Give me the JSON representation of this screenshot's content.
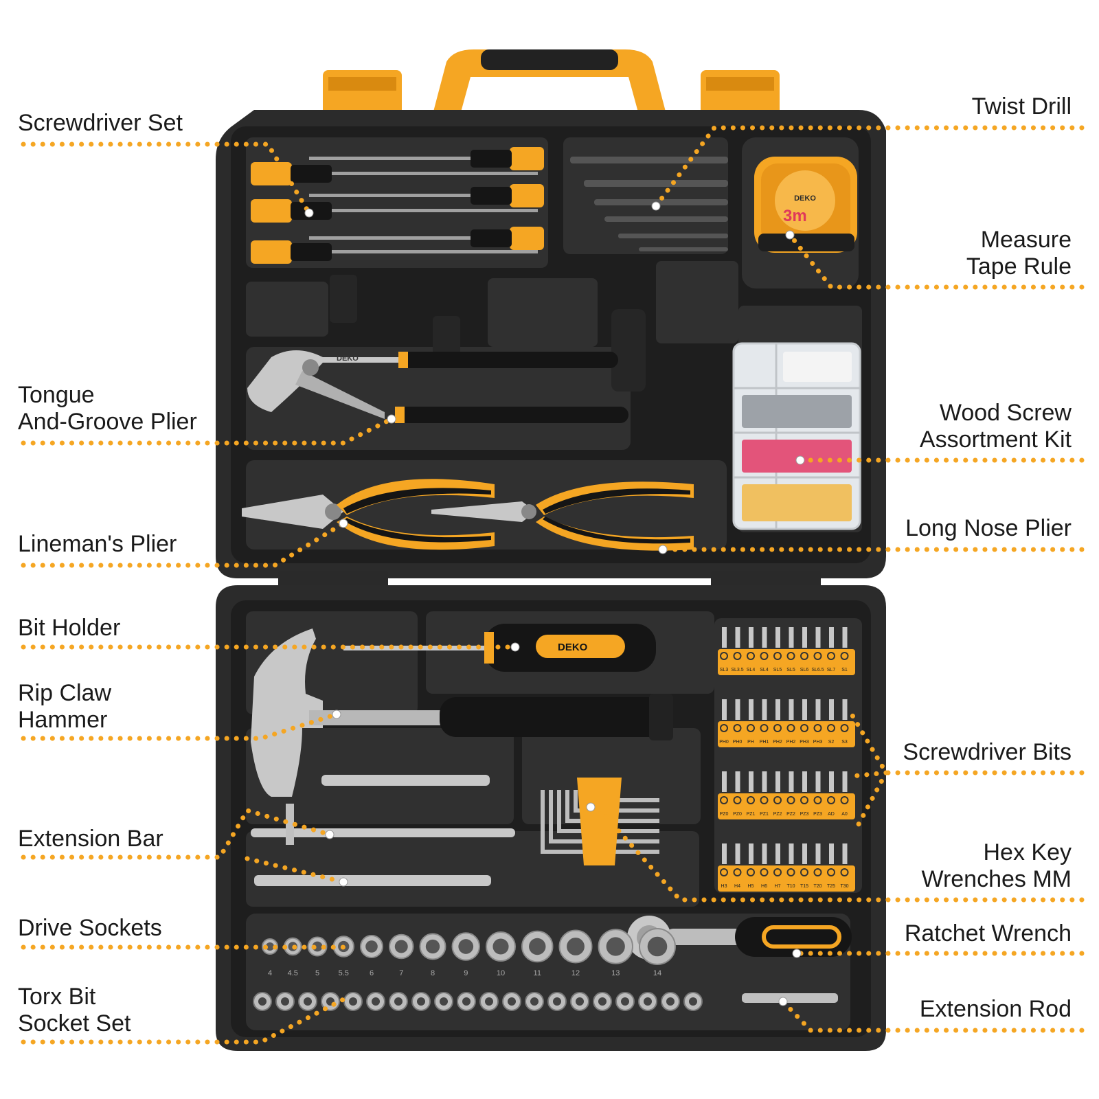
{
  "brand_text": "DEKO",
  "tape_size": "3m",
  "colors": {
    "accent": "#f5a623",
    "case": "#2b2b2b",
    "case_inner": "#1c1c1c",
    "tray": "#353535",
    "handle": "#f5a623",
    "metal": "#c8c8c8",
    "text": "#1a1a1a"
  },
  "labels": {
    "screwdriver_set": "Screwdriver Set",
    "tongue_groove_1": "Tongue",
    "tongue_groove_2": "And-Groove Plier",
    "linemans_plier": "Lineman's Plier",
    "bit_holder": "Bit Holder",
    "rip_claw_1": "Rip Claw",
    "rip_claw_2": "Hammer",
    "extension_bar": "Extension Bar",
    "drive_sockets": "Drive Sockets",
    "torx_1": "Torx Bit",
    "torx_2": "Socket Set",
    "twist_drill": "Twist Drill",
    "measure_1": "Measure",
    "measure_2": "Tape Rule",
    "wood_screw_1": "Wood Screw",
    "wood_screw_2": "Assortment Kit",
    "long_nose_plier": "Long Nose Plier",
    "screwdriver_bits": "Screwdriver Bits",
    "hex_1": "Hex Key",
    "hex_2": "Wrenches MM",
    "ratchet_wrench": "Ratchet Wrench",
    "extension_rod": "Extension Rod"
  },
  "bit_rows": [
    [
      "SL3",
      "SL3.5",
      "SL4",
      "SL4",
      "SL5",
      "SL5",
      "SL6",
      "SL6.5",
      "SL7",
      "S1"
    ],
    [
      "PH0",
      "PH0",
      "PH",
      "PH1",
      "PH2",
      "PH2",
      "PH3",
      "PH3",
      "S2",
      "S3"
    ],
    [
      "PZ0",
      "PZ0",
      "PZ1",
      "PZ1",
      "PZ2",
      "PZ2",
      "PZ3",
      "PZ3",
      "AD",
      "A0"
    ],
    [
      "H3",
      "H4",
      "H5",
      "H6",
      "H7",
      "T10",
      "T15",
      "T20",
      "T25",
      "T30"
    ]
  ],
  "socket_sizes": [
    "4",
    "4.5",
    "5",
    "5.5",
    "6",
    "7",
    "8",
    "9",
    "10",
    "11",
    "12",
    "13",
    "14"
  ]
}
